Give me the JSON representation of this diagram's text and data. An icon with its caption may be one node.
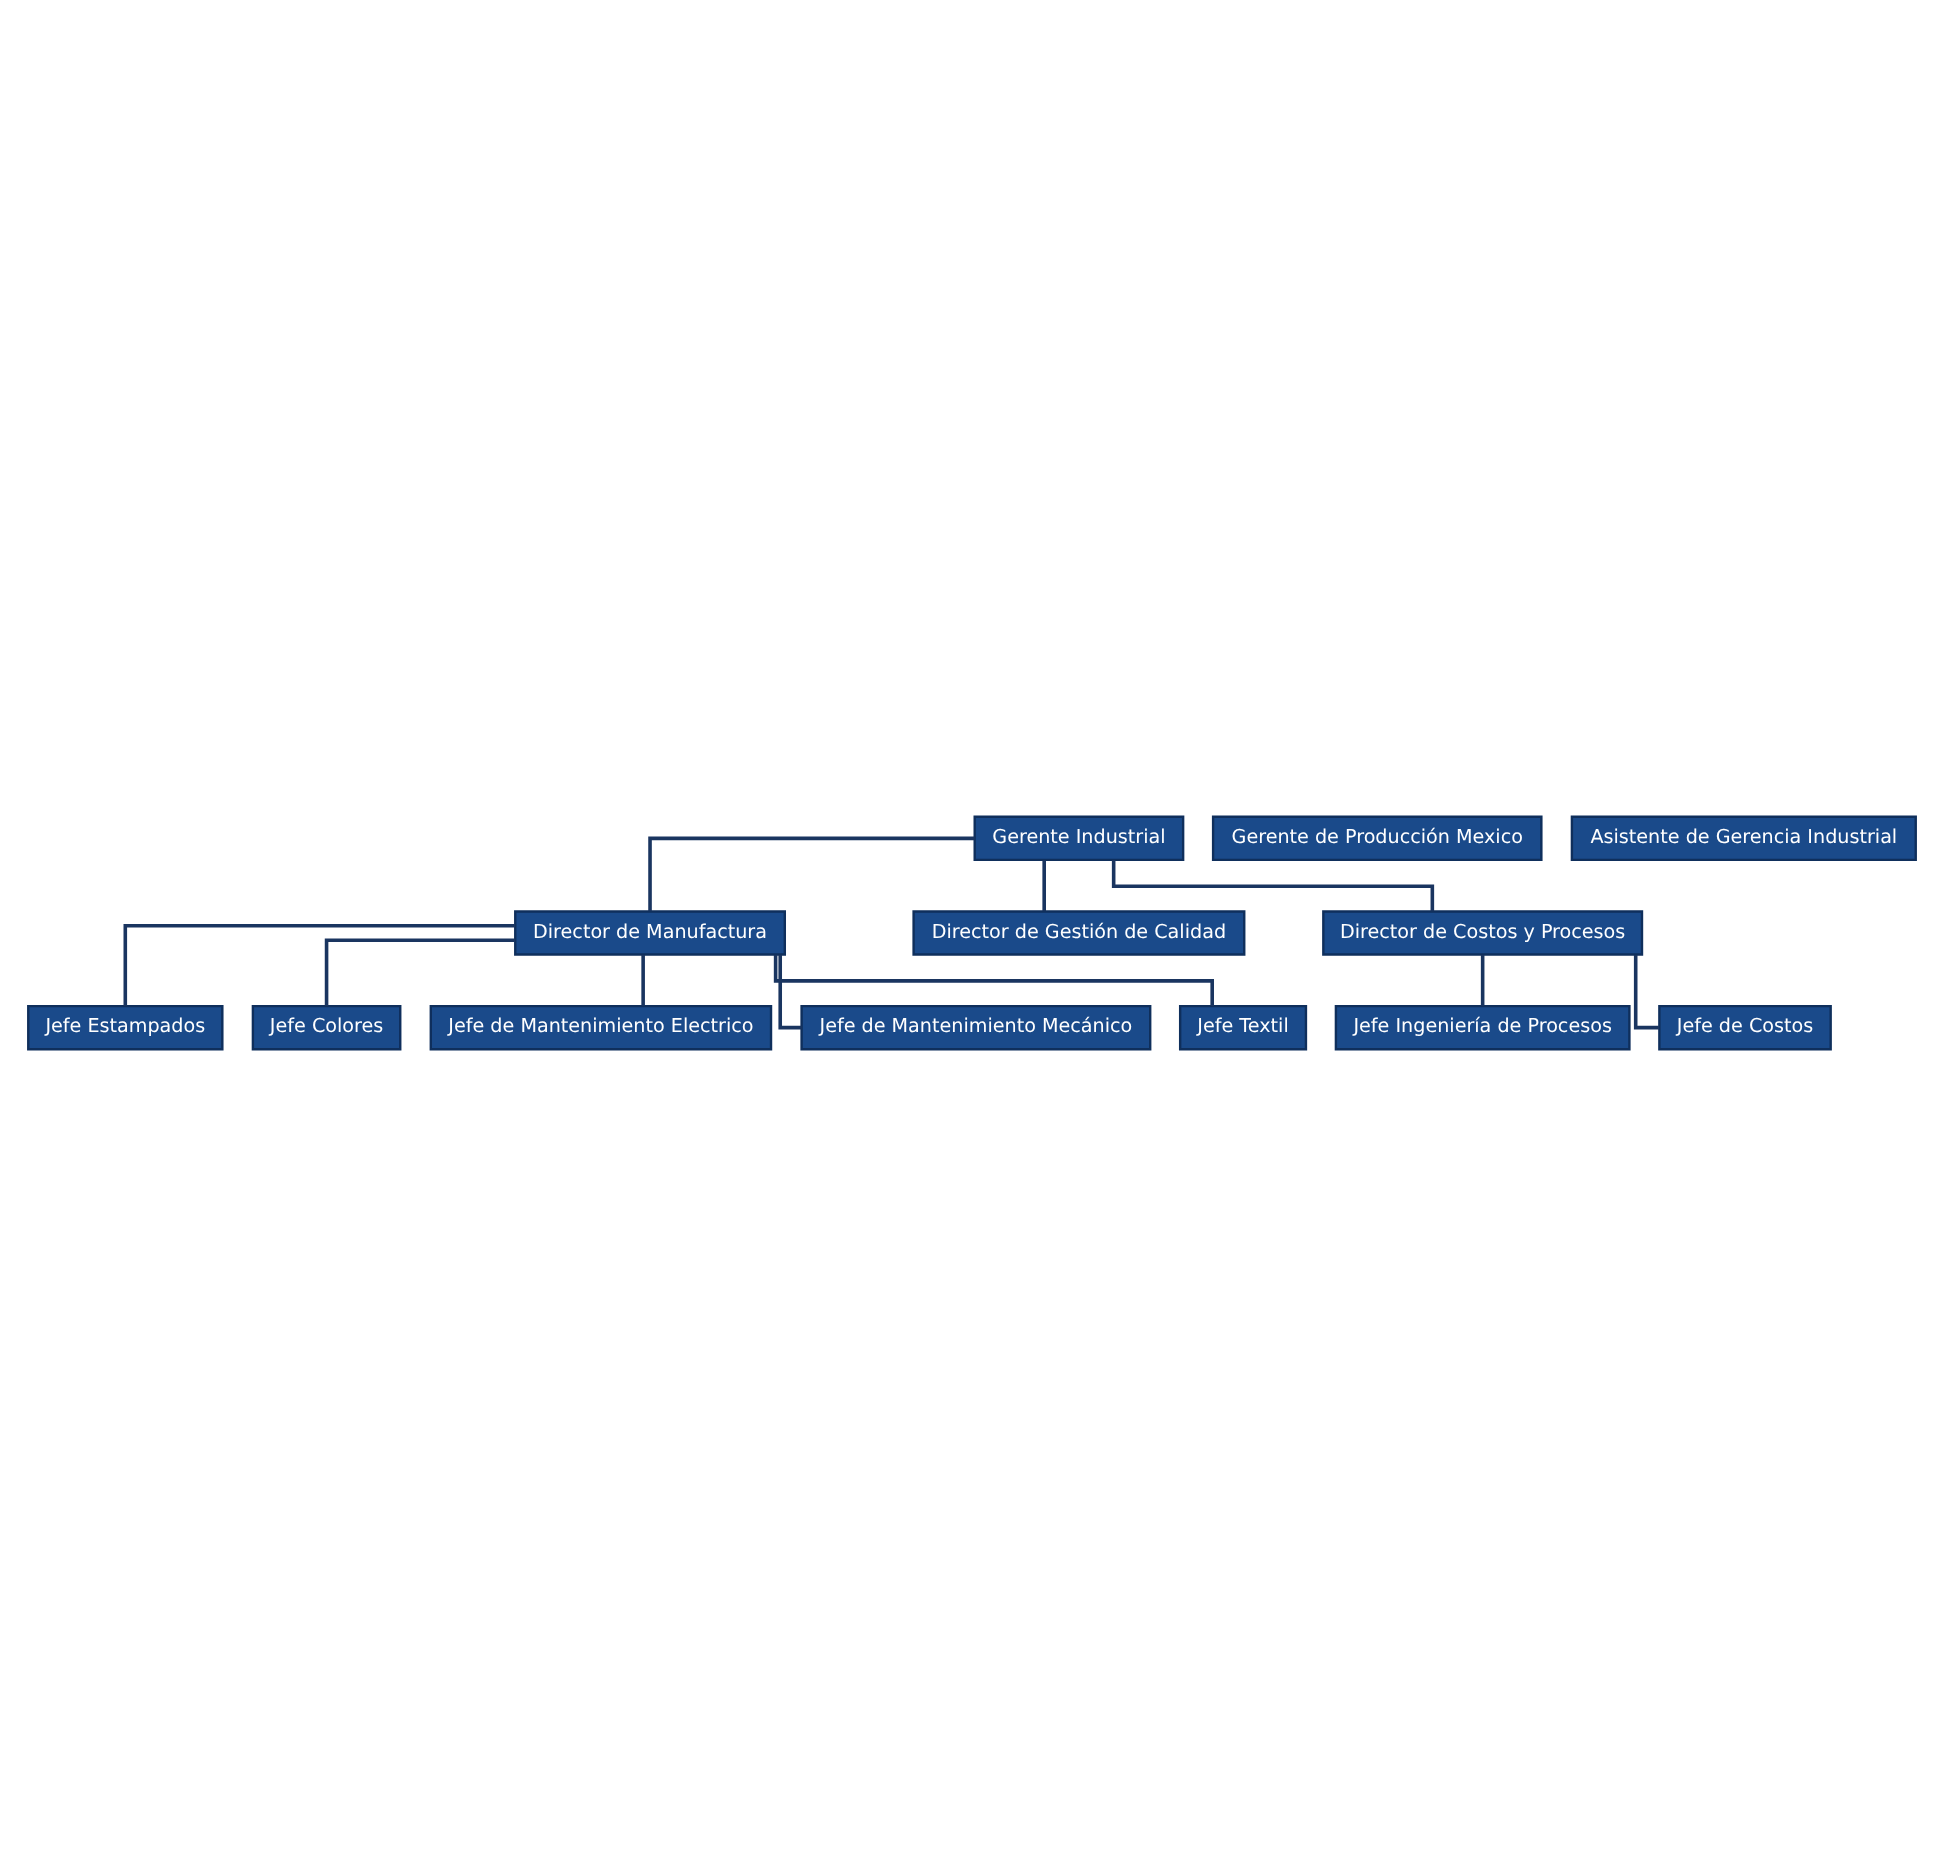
{
  "diagram": {
    "nodes": [
      {
        "text": [
          "Gerente Industrial"
        ]
      },
      {
        "text": [
          "Gerente de Producción Mexico"
        ]
      },
      {
        "text": [
          "Asistente de Gerencia Industrial"
        ]
      },
      {
        "text": [
          "Director de Manufactura"
        ]
      },
      {
        "text": [
          "Director de Gestión de Calidad"
        ]
      },
      {
        "text": [
          "Director de Costos y Procesos"
        ]
      },
      {
        "text": [
          "Jefe Estampados"
        ]
      },
      {
        "text": [
          "Jefe Colores"
        ]
      },
      {
        "text": [
          "Jefe de Mantenimiento Electrico"
        ]
      },
      {
        "text": [
          "Jefe de Mantenimiento Mecánico"
        ]
      },
      {
        "text": [
          "Jefe Textil"
        ]
      },
      {
        "text": [
          "Jefe Ingeniería de Procesos"
        ]
      },
      {
        "text": [
          "Jefe de Costos"
        ]
      }
    ],
    "edges": [
      {
        "from": 0,
        "to": 3,
        "arrow": "none"
      },
      {
        "from": 0,
        "to": 4,
        "arrow": "none"
      },
      {
        "from": 0,
        "to": 5,
        "arrow": "none"
      },
      {
        "from": 3,
        "to": 6,
        "arrow": "none"
      },
      {
        "from": 3,
        "to": 7,
        "arrow": "none"
      },
      {
        "from": 3,
        "to": 8,
        "arrow": "none"
      },
      {
        "from": 3,
        "to": 9,
        "arrow": "none"
      },
      {
        "from": 3,
        "to": 10,
        "arrow": "none"
      },
      {
        "from": 5,
        "to": 11,
        "arrow": "none"
      },
      {
        "from": 5,
        "to": 12,
        "arrow": "none"
      }
    ]
  }
}
